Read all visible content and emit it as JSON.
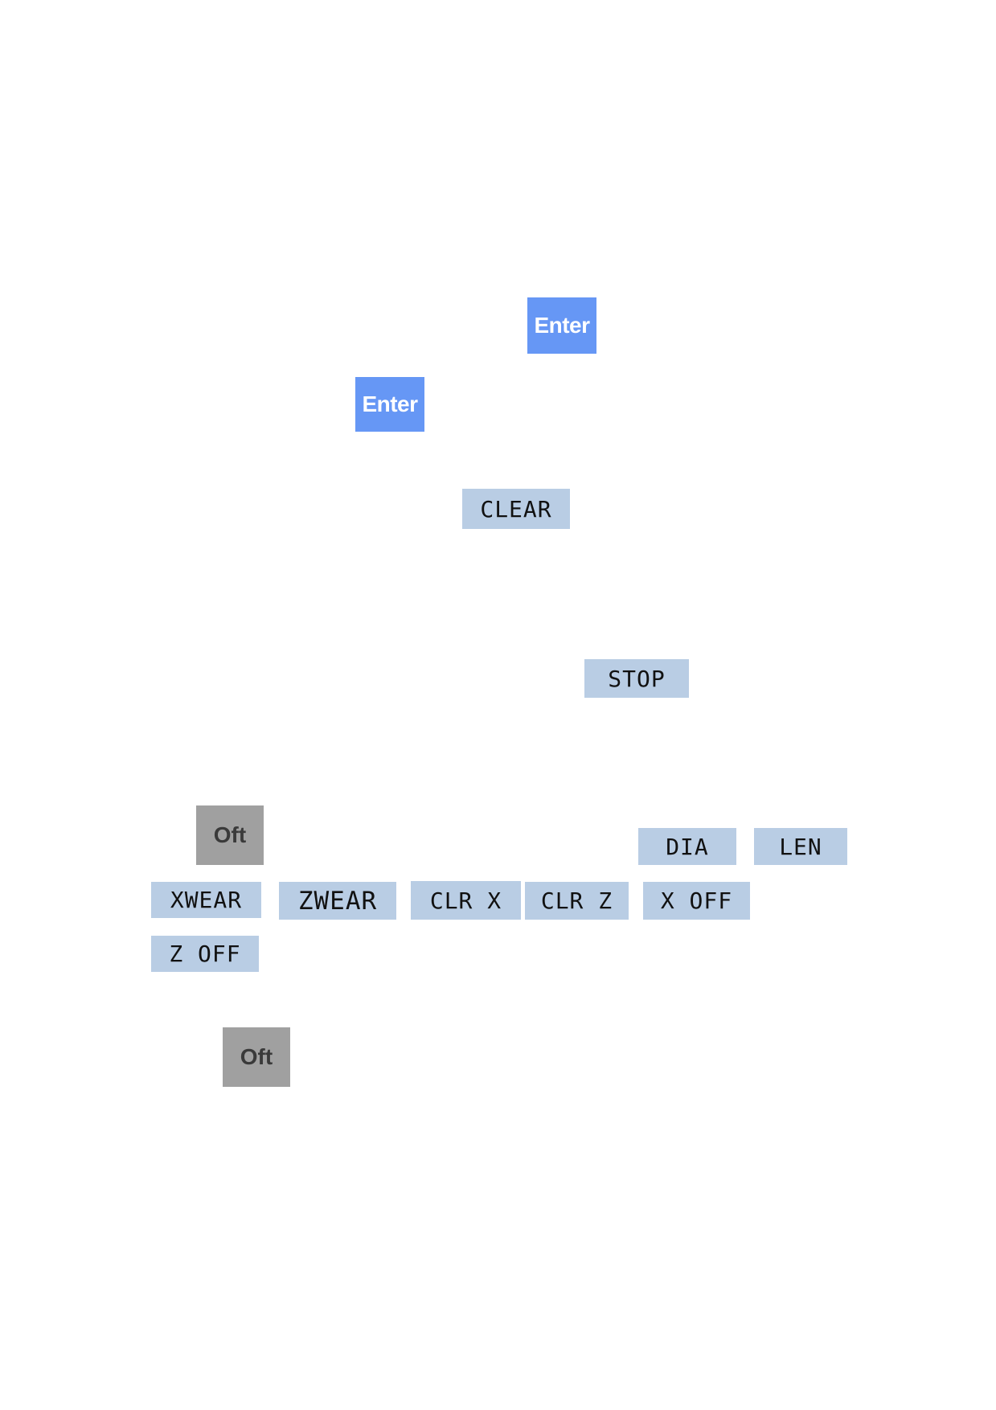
{
  "keys": {
    "enter_1": "Enter",
    "enter_2": "Enter",
    "clear": "CLEAR",
    "stop": "STOP",
    "oft_1": "Oft",
    "dia": "DIA",
    "len": "LEN",
    "xwear": "XWEAR",
    "zwear": "ZWEAR",
    "clr_x": "CLR X",
    "clr_z": "CLR Z",
    "x_off": "X OFF",
    "z_off": "Z OFF",
    "oft_2": "Oft"
  },
  "colors": {
    "enter_bg": "#6697f5",
    "soft_key_bg": "#b9cde4",
    "oft_bg": "#a0a0a0",
    "page_bg": "#ffffff"
  }
}
